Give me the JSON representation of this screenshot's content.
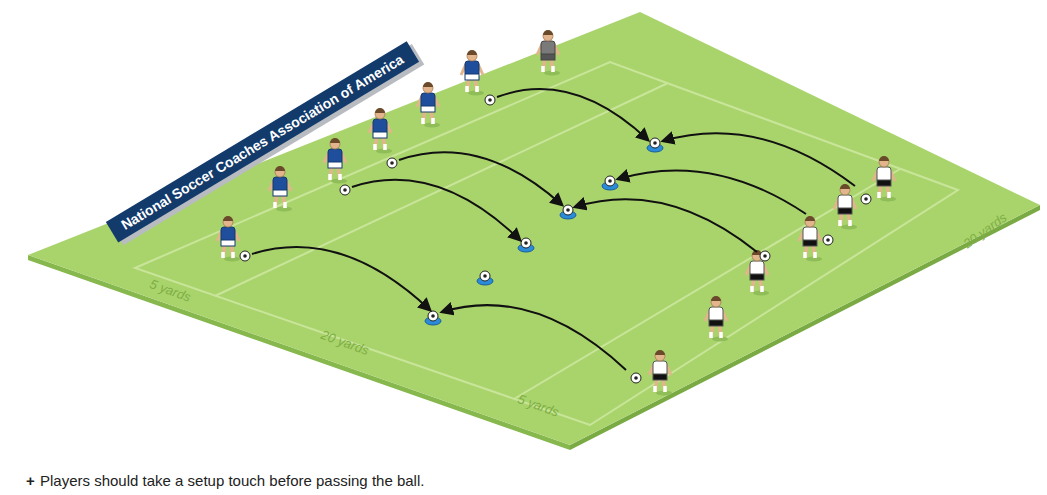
{
  "diagram": {
    "nodes": [
      {
        "text": [
          "National Soccer Coaches Association of America"
        ]
      }
    ],
    "labels": [
      "5 yards",
      "20 yards",
      "5 yards",
      "20 yards",
      "+",
      "Players should take a setup touch before passing the ball."
    ]
  }
}
